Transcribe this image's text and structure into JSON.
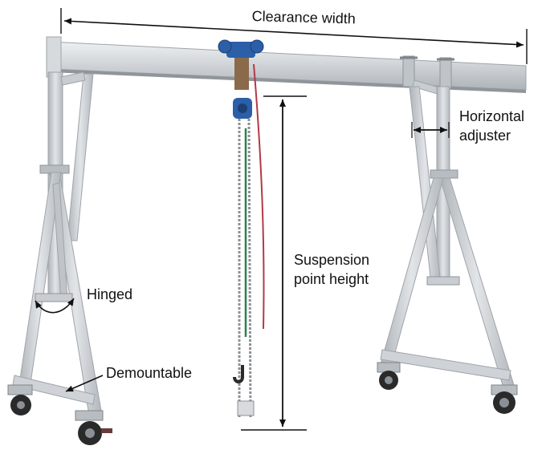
{
  "labels": {
    "clearance_width": "Clearance width",
    "horizontal_adjuster_line1": "Horizontal",
    "horizontal_adjuster_line2": "adjuster",
    "suspension_line1": "Suspension",
    "suspension_line2": "point height",
    "hinged": "Hinged",
    "demountable": "Demountable"
  },
  "colors": {
    "aluminum": "#c9cdd2",
    "aluminum_dark": "#9ea4aa",
    "aluminum_light": "#e6e9ec",
    "hoist_blue": "#2b5fa8",
    "chain": "#8b9096",
    "pull_chain_green": "#2f7f4f",
    "pull_chain_red": "#b23a48",
    "wheel": "#2a2a2a",
    "annotation": "#111111"
  }
}
